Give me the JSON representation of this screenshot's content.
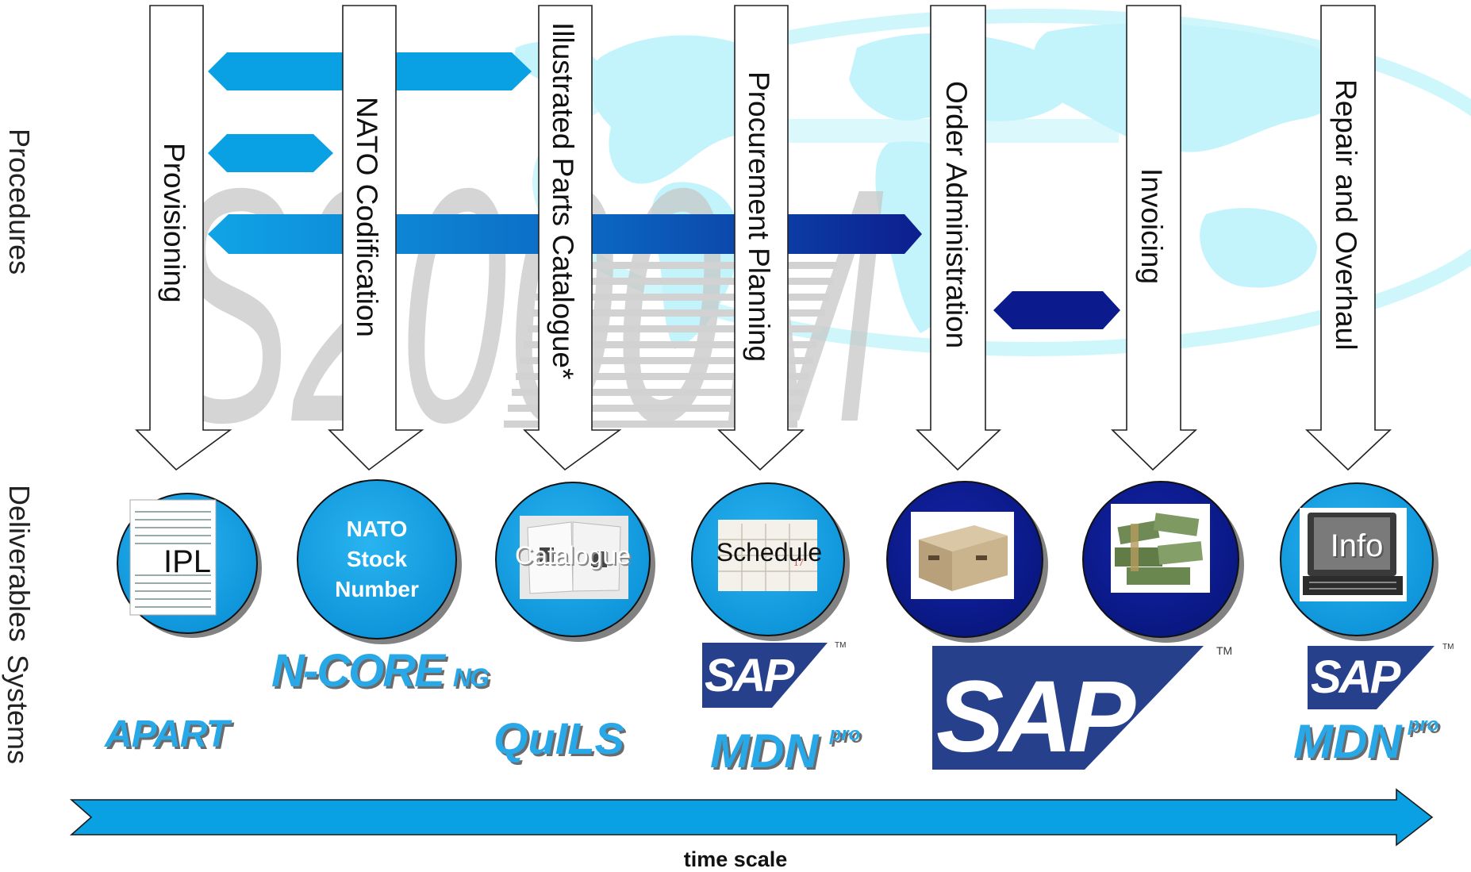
{
  "side_labels": {
    "procedures": "Procedures",
    "deliverables": "Deliverables",
    "systems": "Systems"
  },
  "procedures": [
    {
      "label": "Provisioning"
    },
    {
      "label": "NATO Codification"
    },
    {
      "label": "Illustrated Parts Catalogue*"
    },
    {
      "label": "Procurement Planning"
    },
    {
      "label": "Order Administration"
    },
    {
      "label": "Invoicing"
    },
    {
      "label": "Repair and Overhaul"
    }
  ],
  "deliverables": [
    {
      "label": "IPL",
      "icon": "document-list-icon"
    },
    {
      "label": "NATO Stock Number",
      "lines": [
        "NATO",
        "Stock",
        "Number"
      ]
    },
    {
      "label": "Catalogue",
      "icon": "catalogue-photo-icon"
    },
    {
      "label": "Schedule",
      "icon": "calendar-icon"
    },
    {
      "label": "",
      "icon": "wooden-box-icon"
    },
    {
      "label": "",
      "icon": "money-stack-icon"
    },
    {
      "label": "Info",
      "icon": "laptop-icon"
    }
  ],
  "systems": {
    "apart": "APART",
    "ncore": "N-CORE",
    "ncore_suffix": "NG",
    "quils": "QuILS",
    "mdn": "MDN",
    "mdn_suffix": "pro",
    "sap": "SAP",
    "tm": "TM"
  },
  "watermark": {
    "text": "S2000M"
  },
  "time_axis": {
    "label": "time scale"
  },
  "colors": {
    "light_blue": "#0aa1e4",
    "dark_navy": "#0b1a8c",
    "world_map": "#bdf3fb",
    "sap_blue": "#27408b",
    "gray_watermark": "#c8c8c8"
  }
}
